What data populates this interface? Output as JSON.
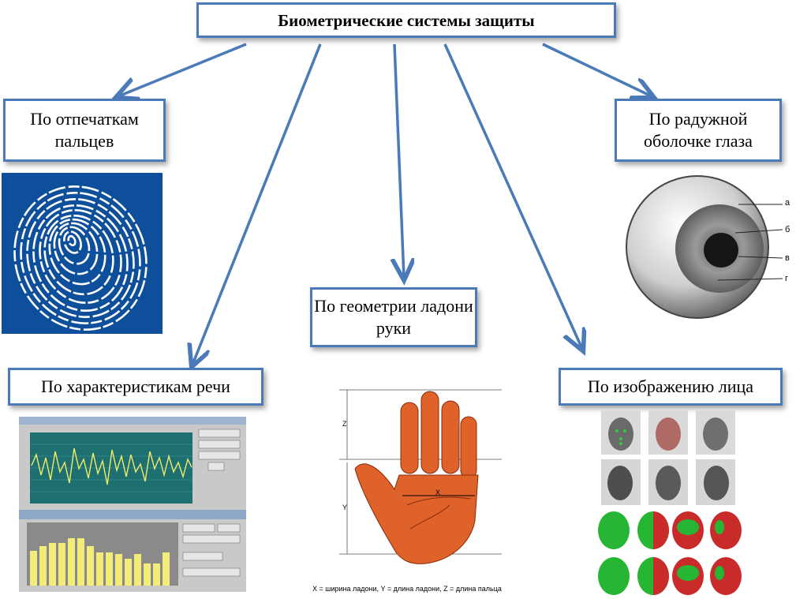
{
  "title": "Биометрические системы защиты",
  "nodes": {
    "fingerprint": "По отпечаткам пальцев",
    "iris": "По радужной оболочке глаза",
    "palm": "По геометрии ладони руки",
    "speech": "По характеристикам речи",
    "face": "По изображению лица"
  },
  "eye_labels": [
    "а",
    "б",
    "в",
    "г"
  ],
  "palm_axes": {
    "z": "Z",
    "y": "Y",
    "x": "X"
  },
  "palm_caption": "X = ширина ладони, Y = длина ладони, Z = длина пальца",
  "colors": {
    "accent": "#4a7ab8",
    "fingerprint_bg": "#0e4f9c",
    "palm_skin": "#e0622b"
  }
}
